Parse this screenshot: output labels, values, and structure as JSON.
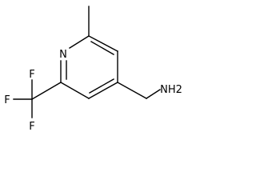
{
  "structure": {
    "atoms": {
      "ring_nitrogen": "N",
      "amine": "NH2",
      "fluorine_top": "F",
      "fluorine_left": "F",
      "fluorine_bottom": "F"
    }
  },
  "colors": {
    "bond": "#000000",
    "label": "#000000",
    "background": "#ffffff"
  }
}
